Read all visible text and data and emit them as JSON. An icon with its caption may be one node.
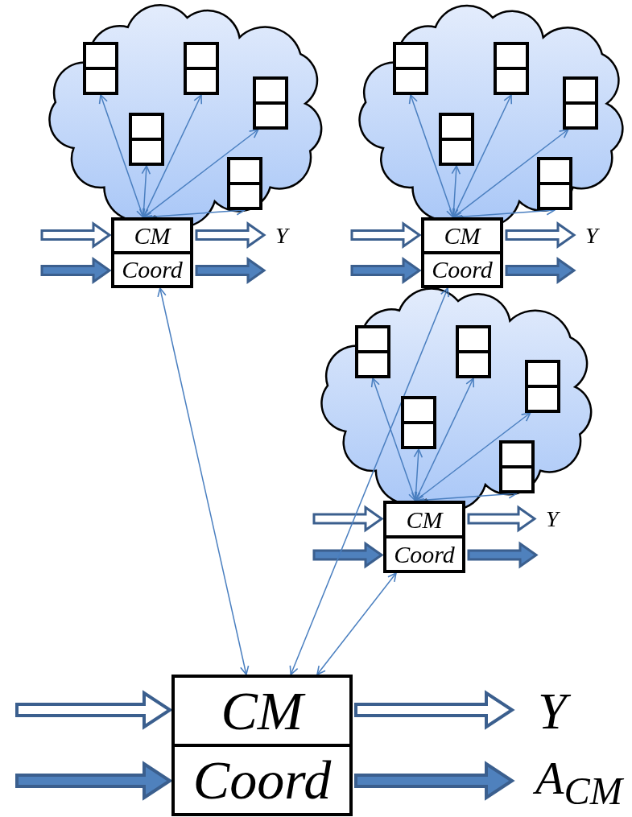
{
  "diagram": {
    "nodes": [
      {
        "text": [],
        "shape": "cloud"
      },
      {
        "text": [],
        "shape": "box",
        "in": 0
      },
      {
        "text": [],
        "shape": "box",
        "in": 0
      },
      {
        "text": [],
        "shape": "box",
        "in": 0
      },
      {
        "text": [],
        "shape": "box",
        "in": 0
      },
      {
        "text": [],
        "shape": "box",
        "in": 0
      },
      {
        "text": [
          "CM",
          "Coord"
        ]
      },
      {
        "text": [
          "Y"
        ]
      },
      {
        "text": [],
        "shape": "cloud"
      },
      {
        "text": [],
        "shape": "box",
        "in": 8
      },
      {
        "text": [],
        "shape": "box",
        "in": 8
      },
      {
        "text": [],
        "shape": "box",
        "in": 8
      },
      {
        "text": [],
        "shape": "box",
        "in": 8
      },
      {
        "text": [],
        "shape": "box",
        "in": 8
      },
      {
        "text": [
          "CM",
          "Coord"
        ]
      },
      {
        "text": [
          "Y"
        ]
      },
      {
        "text": [],
        "shape": "cloud"
      },
      {
        "text": [],
        "shape": "box",
        "in": 16
      },
      {
        "text": [],
        "shape": "box",
        "in": 16
      },
      {
        "text": [],
        "shape": "box",
        "in": 16
      },
      {
        "text": [],
        "shape": "box",
        "in": 16
      },
      {
        "text": [],
        "shape": "box",
        "in": 16
      },
      {
        "text": [
          "CM",
          "Coord"
        ]
      },
      {
        "text": [
          "Y"
        ]
      },
      {
        "text": [
          "CM",
          "Coord"
        ]
      },
      {
        "text": [
          "Y"
        ]
      },
      {
        "text": [
          "A$_{CM}$"
        ]
      }
    ],
    "edges": [
      {
        "from": 6,
        "to": 1,
        "arrow": "both"
      },
      {
        "from": 6,
        "to": 2,
        "arrow": "both"
      },
      {
        "from": 6,
        "to": 3,
        "arrow": "both"
      },
      {
        "from": 6,
        "to": 4,
        "arrow": "both"
      },
      {
        "from": 6,
        "to": 5,
        "arrow": "both"
      },
      {
        "from": null,
        "to": 6,
        "arrow": "to"
      },
      {
        "from": null,
        "to": 6,
        "arrow": "to",
        "style": "thick"
      },
      {
        "from": 6,
        "to": 7,
        "arrow": "to"
      },
      {
        "from": 6,
        "to": null,
        "arrow": "to",
        "style": "thick"
      },
      {
        "from": 14,
        "to": 9,
        "arrow": "both"
      },
      {
        "from": 14,
        "to": 10,
        "arrow": "both"
      },
      {
        "from": 14,
        "to": 11,
        "arrow": "both"
      },
      {
        "from": 14,
        "to": 12,
        "arrow": "both"
      },
      {
        "from": 14,
        "to": 13,
        "arrow": "both"
      },
      {
        "from": null,
        "to": 14,
        "arrow": "to"
      },
      {
        "from": null,
        "to": 14,
        "arrow": "to",
        "style": "thick"
      },
      {
        "from": 14,
        "to": 15,
        "arrow": "to"
      },
      {
        "from": 14,
        "to": null,
        "arrow": "to",
        "style": "thick"
      },
      {
        "from": 22,
        "to": 17,
        "arrow": "both"
      },
      {
        "from": 22,
        "to": 18,
        "arrow": "both"
      },
      {
        "from": 22,
        "to": 19,
        "arrow": "both"
      },
      {
        "from": 22,
        "to": 20,
        "arrow": "both"
      },
      {
        "from": 22,
        "to": 21,
        "arrow": "both"
      },
      {
        "from": null,
        "to": 22,
        "arrow": "to"
      },
      {
        "from": null,
        "to": 22,
        "arrow": "to",
        "style": "thick"
      },
      {
        "from": 22,
        "to": 23,
        "arrow": "to"
      },
      {
        "from": 22,
        "to": null,
        "arrow": "to",
        "style": "thick"
      },
      {
        "from": null,
        "to": 24,
        "arrow": "to"
      },
      {
        "from": null,
        "to": 24,
        "arrow": "to",
        "style": "thick"
      },
      {
        "from": 24,
        "to": 25,
        "arrow": "to"
      },
      {
        "from": 24,
        "to": 26,
        "arrow": "to",
        "style": "thick"
      },
      {
        "from": 24,
        "to": 6,
        "arrow": "both"
      },
      {
        "from": 24,
        "to": 14,
        "arrow": "both"
      },
      {
        "from": 24,
        "to": 22,
        "arrow": "both"
      }
    ]
  }
}
